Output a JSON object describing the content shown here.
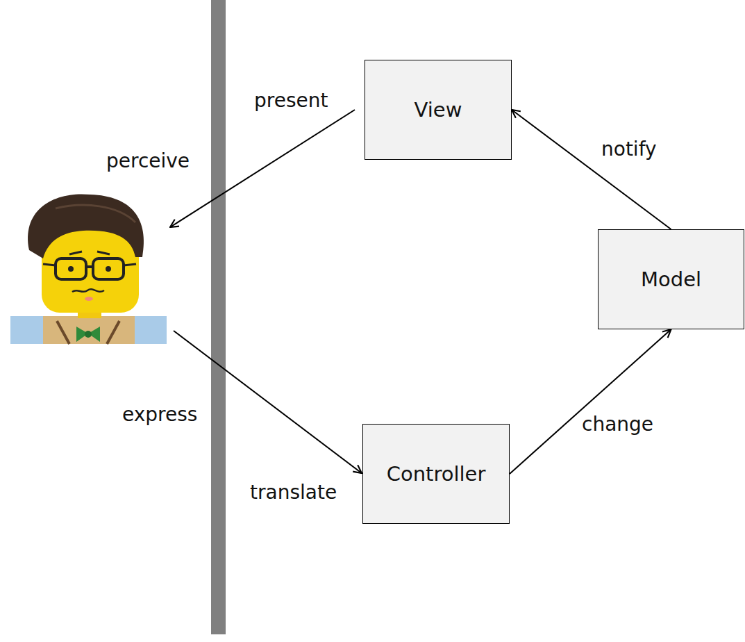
{
  "diagram": {
    "nodes": [
      {
        "text": [
          "View"
        ]
      },
      {
        "text": [
          "Model"
        ]
      },
      {
        "text": [
          "Controller"
        ]
      }
    ],
    "edges": [
      {
        "from": 1,
        "to": 0,
        "arrow": "to",
        "label": "notify"
      },
      {
        "from": 2,
        "to": 1,
        "arrow": "to",
        "label": "change"
      }
    ],
    "labels": [
      "present",
      "perceive",
      "express",
      "translate"
    ]
  }
}
